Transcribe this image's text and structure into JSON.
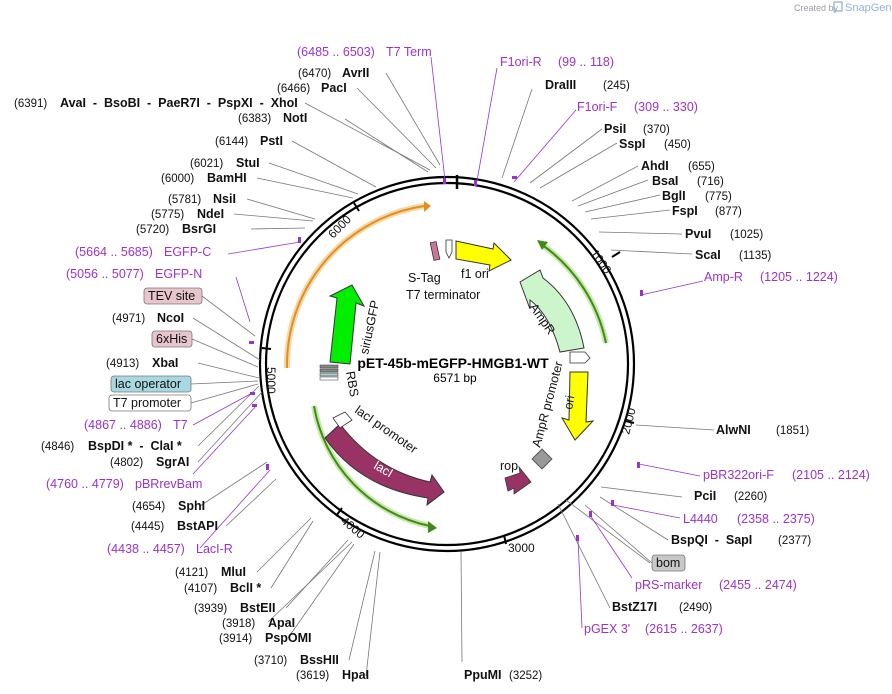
{
  "brand": {
    "prefix": "Created by",
    "name": "SnapGene"
  },
  "plasmid": {
    "name": "pET-45b-mEGFP-HMGB1-WT",
    "size": "6571 bp",
    "length": 6571
  },
  "ticks": [
    "1000",
    "2000",
    "3000",
    "4000",
    "5000",
    "6000"
  ],
  "enzymes": [
    {
      "name": "AvrII",
      "pos": "(6470)"
    },
    {
      "name": "PacI",
      "pos": "(6466)"
    },
    {
      "name": "AvaI  -  BsoBI  -  PaeR7I  -  PspXI  -  XhoI",
      "pos": "(6391)"
    },
    {
      "name": "NotI",
      "pos": "(6383)"
    },
    {
      "name": "PstI",
      "pos": "(6144)"
    },
    {
      "name": "StuI",
      "pos": "(6021)"
    },
    {
      "name": "BamHI",
      "pos": "(6000)"
    },
    {
      "name": "NsiI",
      "pos": "(5781)"
    },
    {
      "name": "NdeI",
      "pos": "(5775)"
    },
    {
      "name": "BsrGI",
      "pos": "(5720)"
    },
    {
      "name": "NcoI",
      "pos": "(4971)"
    },
    {
      "name": "XbaI",
      "pos": "(4913)"
    },
    {
      "name": "BspDI *  -  ClaI *",
      "pos": "(4846)"
    },
    {
      "name": "SgrAI",
      "pos": "(4802)"
    },
    {
      "name": "SphI",
      "pos": "(4654)"
    },
    {
      "name": "BstAPI",
      "pos": "(4445)"
    },
    {
      "name": "MluI",
      "pos": "(4121)"
    },
    {
      "name": "BclI *",
      "pos": "(4107)"
    },
    {
      "name": "BstEII",
      "pos": "(3939)"
    },
    {
      "name": "ApaI",
      "pos": "(3918)"
    },
    {
      "name": "PspOMI",
      "pos": "(3914)"
    },
    {
      "name": "BssHII",
      "pos": "(3710)"
    },
    {
      "name": "HpaI",
      "pos": "(3619)"
    },
    {
      "name": "PpuMI",
      "pos": "(3252)"
    },
    {
      "name": "DraIII",
      "pos": "(245)"
    },
    {
      "name": "PsiI",
      "pos": "(370)"
    },
    {
      "name": "SspI",
      "pos": "(450)"
    },
    {
      "name": "AhdI",
      "pos": "(655)"
    },
    {
      "name": "BsaI",
      "pos": "(716)"
    },
    {
      "name": "BglI",
      "pos": "(775)"
    },
    {
      "name": "FspI",
      "pos": "(877)"
    },
    {
      "name": "PvuI",
      "pos": "(1025)"
    },
    {
      "name": "ScaI",
      "pos": "(1135)"
    },
    {
      "name": "AlwNI",
      "pos": "(1851)"
    },
    {
      "name": "PciI",
      "pos": "(2260)"
    },
    {
      "name": "BspQI  -  SapI",
      "pos": "(2377)"
    },
    {
      "name": "BstZ17I",
      "pos": "(2490)"
    }
  ],
  "primers": [
    {
      "name": "T7 Term",
      "range": "(6485 .. 6503)"
    },
    {
      "name": "F1ori-R",
      "range": "(99 .. 118)"
    },
    {
      "name": "F1ori-F",
      "range": "(309 .. 330)"
    },
    {
      "name": "EGFP-C",
      "range": "(5664 .. 5685)"
    },
    {
      "name": "EGFP-N",
      "range": "(5056 .. 5077)"
    },
    {
      "name": "T7",
      "range": "(4867 .. 4886)"
    },
    {
      "name": "pBRrevBam",
      "range": "(4760 .. 4779)"
    },
    {
      "name": "LacI-R",
      "range": "(4438 .. 4457)"
    },
    {
      "name": "Amp-R",
      "range": "(1205 .. 1224)"
    },
    {
      "name": "pBR322ori-F",
      "range": "(2105 .. 2124)"
    },
    {
      "name": "L4440",
      "range": "(2358 .. 2375)"
    },
    {
      "name": "pRS-marker",
      "range": "(2455 .. 2474)"
    },
    {
      "name": "pGEX 3'",
      "range": "(2615 .. 2637)"
    }
  ],
  "boxed_features": [
    {
      "name": "TEV site",
      "color": "#e8c4cc"
    },
    {
      "name": "6xHis",
      "color": "#e8c4cc"
    },
    {
      "name": "lac operator",
      "color": "#a8d8e0"
    },
    {
      "name": "T7 promoter",
      "color": "#ffffff"
    },
    {
      "name": "bom",
      "color": "#c8c8c8"
    }
  ],
  "features": [
    {
      "name": "S-Tag"
    },
    {
      "name": "f1 ori"
    },
    {
      "name": "T7 terminator"
    },
    {
      "name": "AmpR"
    },
    {
      "name": "AmpR promoter"
    },
    {
      "name": "ori"
    },
    {
      "name": "rop"
    },
    {
      "name": "lacI"
    },
    {
      "name": "lacI promoter"
    },
    {
      "name": "siriusGFP"
    },
    {
      "name": "RBS"
    }
  ],
  "colors": {
    "primer": "#9933cc",
    "f1_ori": "#ffff00",
    "ampR": "#ccf5cc",
    "ori": "#ffff00",
    "lacI": "#993366",
    "gfp": "#00ee00",
    "orf_arc": "#f0a030",
    "green_arc": "#4a9a20"
  }
}
